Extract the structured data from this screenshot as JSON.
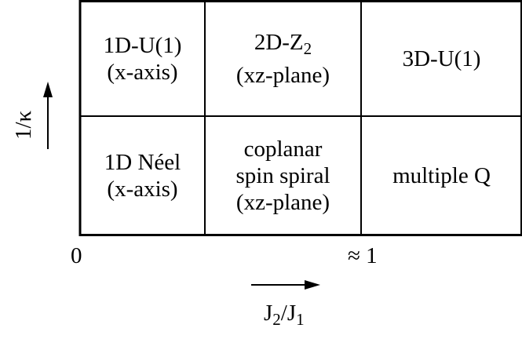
{
  "diagram": {
    "cells": [
      {
        "id": "r1c1",
        "lines": [
          "1D-U(1)",
          "(x-axis)"
        ]
      },
      {
        "id": "r1c2",
        "lines": [
          "2D-Z",
          "(xz-plane)"
        ],
        "subscript": "2"
      },
      {
        "id": "r1c3",
        "lines": [
          "3D-U(1)"
        ]
      },
      {
        "id": "r2c1",
        "lines": [
          "1D Néel",
          "(x-axis)"
        ]
      },
      {
        "id": "r2c2",
        "lines": [
          "coplanar",
          "spin spiral",
          "(xz-plane)"
        ]
      },
      {
        "id": "r2c3",
        "lines": [
          "multiple Q"
        ]
      }
    ],
    "x_axis": {
      "tick_start": "0",
      "tick_end": "≈ 1",
      "label_main": "J",
      "label_sub1": "2",
      "label_sep": "/J",
      "label_sub2": "1"
    },
    "y_axis": {
      "label": "1/κ"
    }
  }
}
